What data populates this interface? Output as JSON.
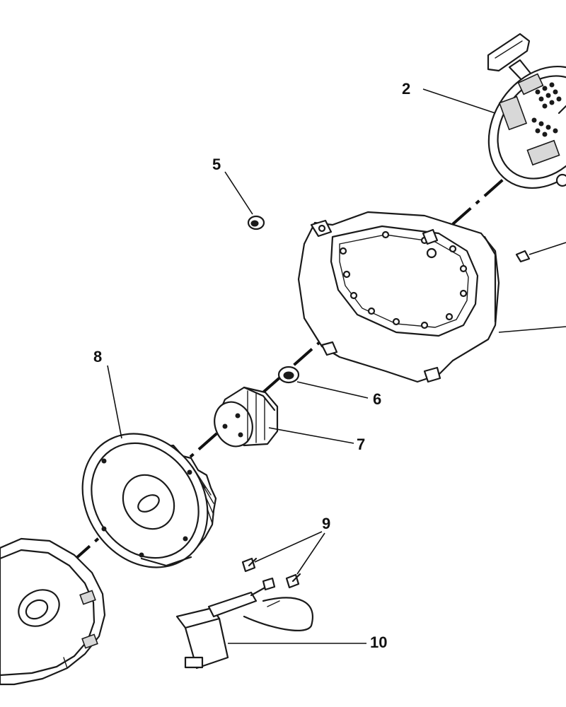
{
  "diagram": {
    "callouts": [
      {
        "id": "2",
        "text": "2"
      },
      {
        "id": "5",
        "text": "5"
      },
      {
        "id": "6",
        "text": "6"
      },
      {
        "id": "7",
        "text": "7"
      },
      {
        "id": "8",
        "text": "8"
      },
      {
        "id": "9",
        "text": "9"
      },
      {
        "id": "10",
        "text": "10"
      }
    ],
    "parts": [
      {
        "callout": "2",
        "icon": "recoil-starter-icon"
      },
      {
        "callout": "5",
        "icon": "nut-icon"
      },
      {
        "callout": "6",
        "icon": "flange-nut-icon"
      },
      {
        "callout": "7",
        "icon": "starter-cup-icon"
      },
      {
        "callout": "8",
        "icon": "flywheel-icon"
      },
      {
        "callout": "9",
        "icon": "bolt-icon"
      },
      {
        "callout": "10",
        "icon": "ignition-coil-icon"
      }
    ]
  }
}
